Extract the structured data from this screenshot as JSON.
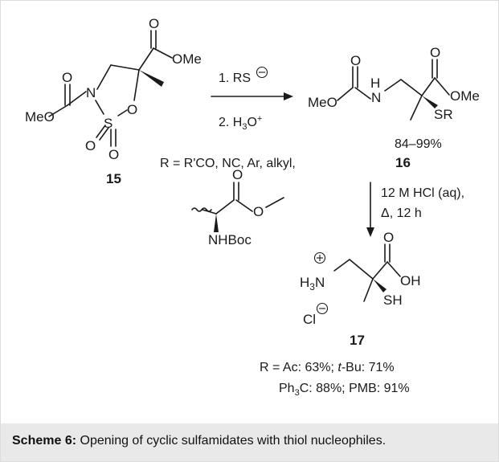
{
  "compounds": {
    "c15": {
      "number": "15",
      "meo": "MeO",
      "o1": "O",
      "n": "N",
      "s": "S",
      "o_ring": "O",
      "o_s1": "O",
      "o_s2": "O",
      "o_ester": "O",
      "ome": "OMe"
    },
    "c16": {
      "number": "16",
      "meo": "MeO",
      "o_carb": "O",
      "n": "N",
      "h": "H",
      "o_ester": "O",
      "ome": "OMe",
      "sr": "SR",
      "yield": "84–99%"
    },
    "c17": {
      "number": "17",
      "h3n": "H3N",
      "plus": "+",
      "o": "O",
      "oh": "OH",
      "sh": "SH",
      "cl": "Cl",
      "minus": "−"
    },
    "boc_fragment": {
      "o1": "O",
      "o2": "O",
      "nhboc": "NHBoc"
    }
  },
  "reagents": {
    "step1_line1": "1. RS",
    "step1_charge": "−",
    "step1_line2": "2. H3O+",
    "step2_line1": "12 M HCl (aq),",
    "step2_line2": "Δ, 12 h"
  },
  "r_definition": "R = R'CO, NC, Ar, alkyl,",
  "yields": {
    "line1": "R = Ac: 63%; t-Bu: 71%",
    "line2": "Ph3C: 88%; PMB: 91%"
  },
  "caption": {
    "label": "Scheme 6:",
    "text": " Opening of cyclic sulfamidates with thiol nucleophiles."
  }
}
